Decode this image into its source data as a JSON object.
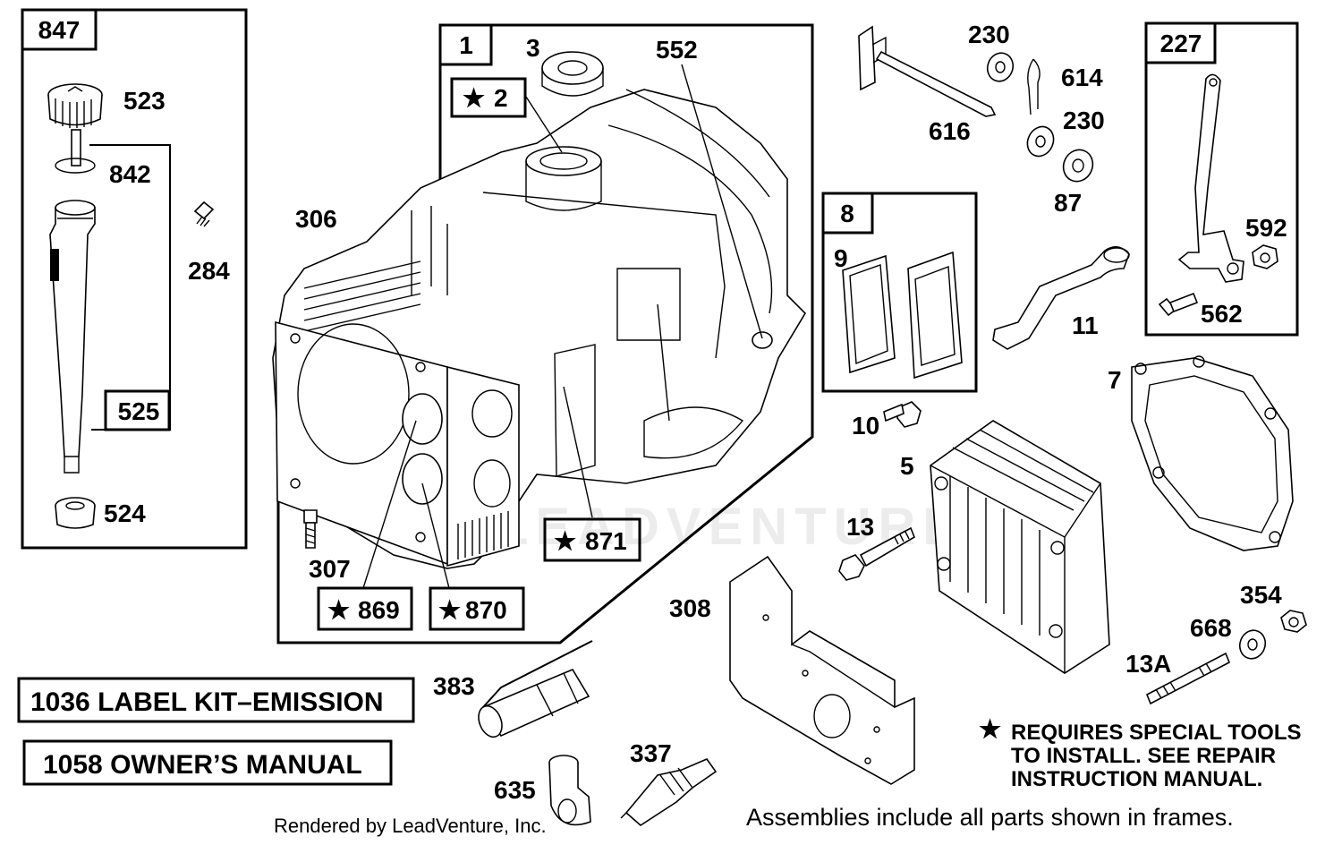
{
  "frames": {
    "f847": "847",
    "f525": "525",
    "f1": "1",
    "f8": "8",
    "f227": "227"
  },
  "callouts": {
    "c2": "2",
    "c871": "871",
    "c869": "869",
    "c870": "870",
    "star": "★"
  },
  "parts": {
    "p523": "523",
    "p842": "842",
    "p284": "284",
    "p524": "524",
    "p3": "3",
    "p552": "552",
    "p306": "306",
    "p307": "307",
    "p230a": "230",
    "p614": "614",
    "p230b": "230",
    "p616": "616",
    "p87": "87",
    "p9": "9",
    "p11": "11",
    "p592": "592",
    "p562": "562",
    "p7": "7",
    "p10": "10",
    "p5": "5",
    "p13": "13",
    "p308": "308",
    "p354": "354",
    "p668": "668",
    "p13a": "13A",
    "p383": "383",
    "p337": "337",
    "p635": "635"
  },
  "kits": {
    "label_kit": "1036 LABEL KIT–EMISSION",
    "owners_manual": "1058 OWNER’S MANUAL"
  },
  "notes": {
    "special_tools_1": "REQUIRES SPECIAL TOOLS",
    "special_tools_2": "TO INSTALL.  SEE REPAIR",
    "special_tools_3": "INSTRUCTION MANUAL.",
    "assemblies": "Assemblies include all parts shown in frames.",
    "credit": "Rendered by LeadVenture, Inc.",
    "watermark": "LEADVENTURE"
  }
}
